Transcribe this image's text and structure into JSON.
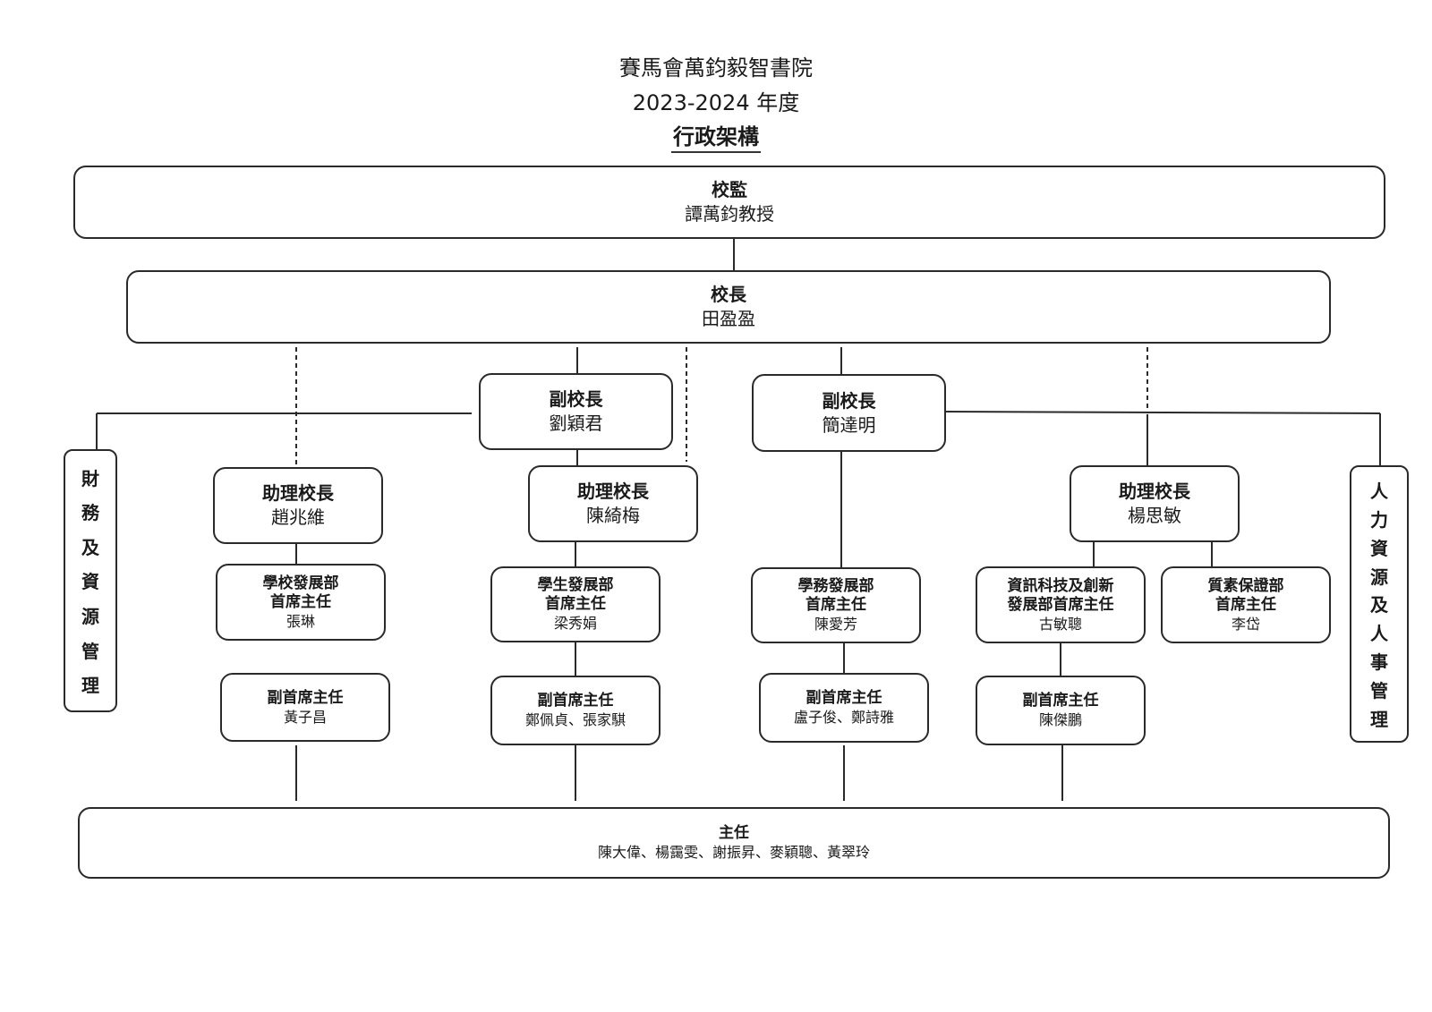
{
  "header": {
    "school": "賽馬會萬鈞毅智書院",
    "year": "2023-2024 年度",
    "title": "行政架構"
  },
  "supervisor": {
    "role": "校監",
    "name": "譚萬鈞教授"
  },
  "principal": {
    "role": "校長",
    "name": "田盈盈"
  },
  "vice_principals": [
    {
      "role": "副校長",
      "name": "劉穎君"
    },
    {
      "role": "副校長",
      "name": "簡達明"
    }
  ],
  "assistant_principals": [
    {
      "role": "助理校長",
      "name": "趙兆維"
    },
    {
      "role": "助理校長",
      "name": "陳綺梅"
    },
    {
      "role": "助理校長",
      "name": "楊思敏"
    }
  ],
  "departments": [
    {
      "role_line1": "學校發展部",
      "role_line2": "首席主任",
      "name": "張琳"
    },
    {
      "role_line1": "學生發展部",
      "role_line2": "首席主任",
      "name": "梁秀娟"
    },
    {
      "role_line1": "學務發展部",
      "role_line2": "首席主任",
      "name": "陳愛芳"
    },
    {
      "role_line1": "資訊科技及創新",
      "role_line2": "發展部首席主任",
      "name": "古敏聰"
    },
    {
      "role_line1": "質素保證部",
      "role_line2": "首席主任",
      "name": "李岱"
    }
  ],
  "deputies": [
    {
      "role": "副首席主任",
      "name": "黃子昌"
    },
    {
      "role": "副首席主任",
      "name": "鄭佩貞、張家騏"
    },
    {
      "role": "副首席主任",
      "name": "盧子俊、鄭詩雅"
    },
    {
      "role": "副首席主任",
      "name": "陳傑鵬"
    }
  ],
  "directors": {
    "role": "主任",
    "names": "陳大偉、楊靄雯、謝振昇、麥穎聰、黃翠玲"
  },
  "side_units": {
    "finance": [
      "財",
      "務",
      "及",
      "資",
      "源",
      "管",
      "理"
    ],
    "hr": [
      "人",
      "力",
      "資",
      "源",
      "及",
      "人",
      "事",
      "管",
      "理"
    ]
  }
}
